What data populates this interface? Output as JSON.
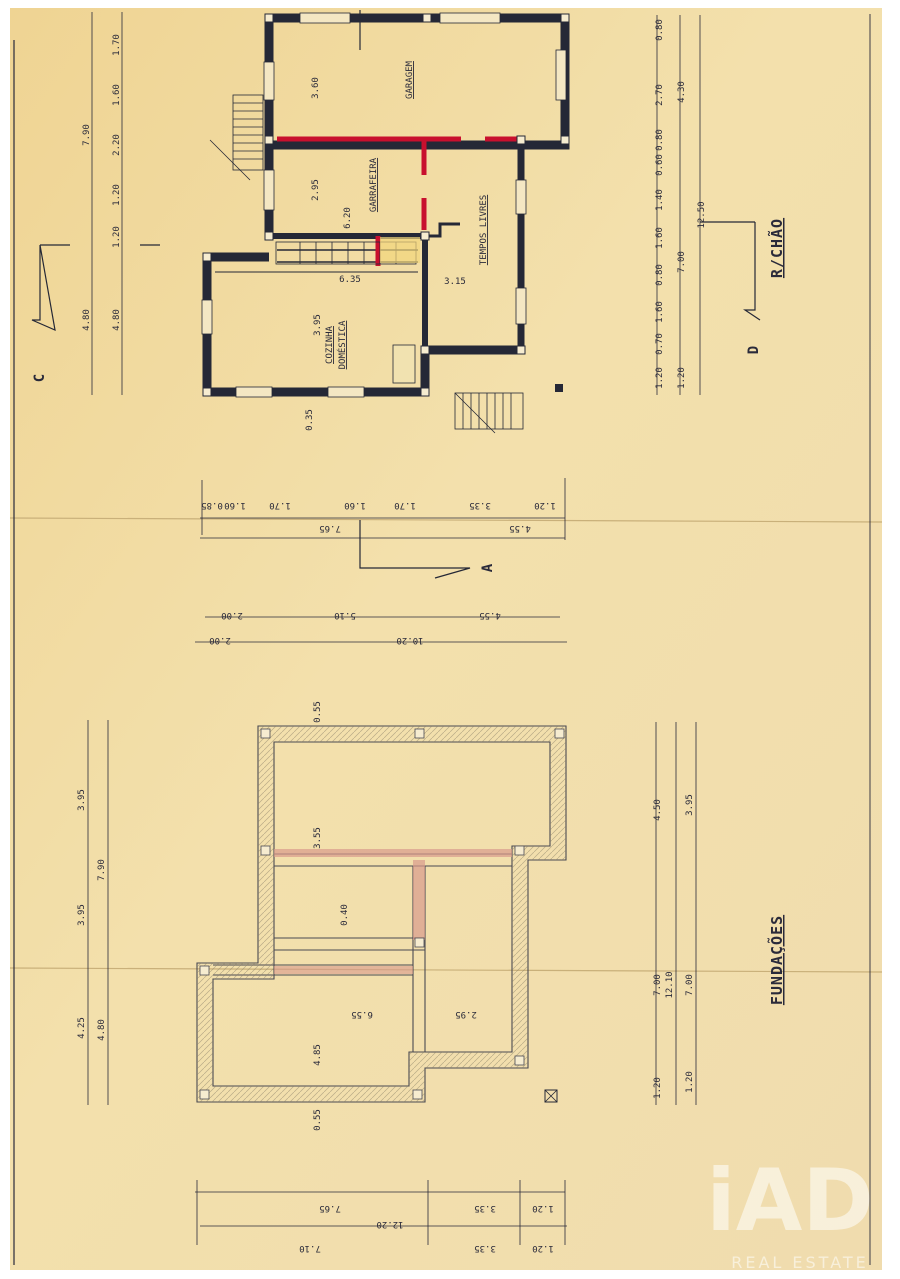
{
  "drawing": {
    "upper_title": "R/CHÃO",
    "lower_title": "FUNDAÇÕES",
    "section_marks": [
      "C",
      "D",
      "A"
    ],
    "rooms": [
      "GARAGEM",
      "GARRAFEIRA",
      "TEMPOS LIVRES",
      "COZINHA",
      "DOMÉSTICA"
    ]
  },
  "dimensions": {
    "upper_left_outer": [
      "7.90",
      "4.80"
    ],
    "upper_left_inner": [
      "1.70",
      "1.60",
      "2.20",
      "1.20",
      "1.20",
      "4.80"
    ],
    "upper_right_inner": [
      "0.80",
      "2.70",
      "0.80",
      "0.60",
      "1.40",
      "1.60",
      "0.80",
      "1.60",
      "0.70",
      "1.20"
    ],
    "upper_right_mid": [
      "4.30",
      "7.00",
      "1.20"
    ],
    "upper_right_outer": "12.50",
    "upper_interior": [
      "3.60",
      "2.95",
      "6.20",
      "6.35",
      "3.15",
      "3.95",
      "0.35"
    ],
    "upper_bottom_row1": [
      "0.85",
      "1.60",
      "1.70",
      "1.60",
      "1.70",
      "3.35",
      "1.20"
    ],
    "upper_bottom_row2": [
      "7.65",
      "4.55"
    ],
    "mid_row1": [
      "2.00",
      "5.10",
      "4.55"
    ],
    "mid_row2": [
      "2.00",
      "10.20"
    ],
    "lower_left": [
      "3.95",
      "7.90",
      "3.95",
      "4.25",
      "4.80"
    ],
    "lower_right": [
      "4.50",
      "3.95",
      "7.00",
      "12.10",
      "7.00",
      "1.20",
      "1.20"
    ],
    "lower_interior": [
      "0.55",
      "3.55",
      "0.40",
      "6.55",
      "2.95",
      "4.85",
      "0.55"
    ],
    "lower_bottom_row1": [
      "7.65",
      "3.35",
      "1.20"
    ],
    "lower_bottom_row2": [
      "12.20",
      "7.10",
      "3.35",
      "1.20"
    ]
  },
  "watermark": {
    "brand": "iAD",
    "subtitle": "REAL ESTATE"
  }
}
